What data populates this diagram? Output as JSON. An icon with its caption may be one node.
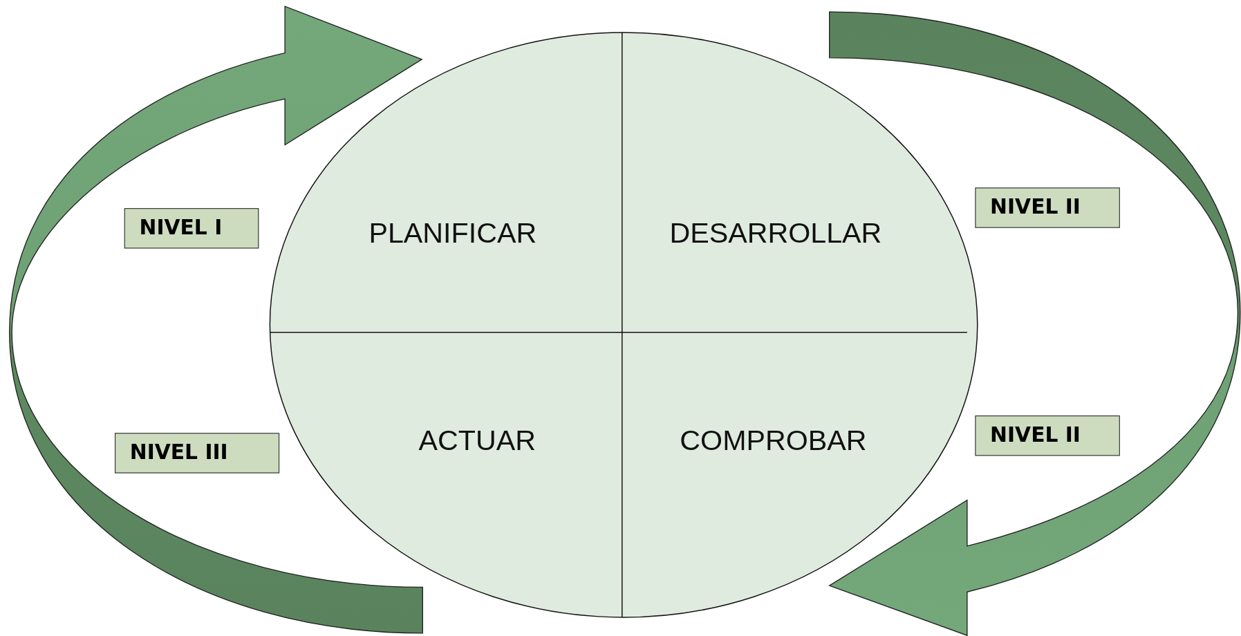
{
  "diagram": {
    "nodes": [
      {
        "text": [],
        "shape": "ellipse"
      },
      {
        "text": [
          "PLANIFICAR"
        ],
        "in": 0
      },
      {
        "text": [
          "DESARROLLAR"
        ],
        "in": 0
      },
      {
        "text": [
          "ACTUAR"
        ],
        "in": 0
      },
      {
        "text": [
          "COMPROBAR"
        ],
        "in": 0
      },
      {
        "text": [
          "NIVEL I"
        ]
      },
      {
        "text": [
          "NIVEL II"
        ]
      },
      {
        "text": [
          "NIVEL III"
        ]
      },
      {
        "text": [
          "NIVEL II"
        ]
      }
    ],
    "edges": []
  }
}
